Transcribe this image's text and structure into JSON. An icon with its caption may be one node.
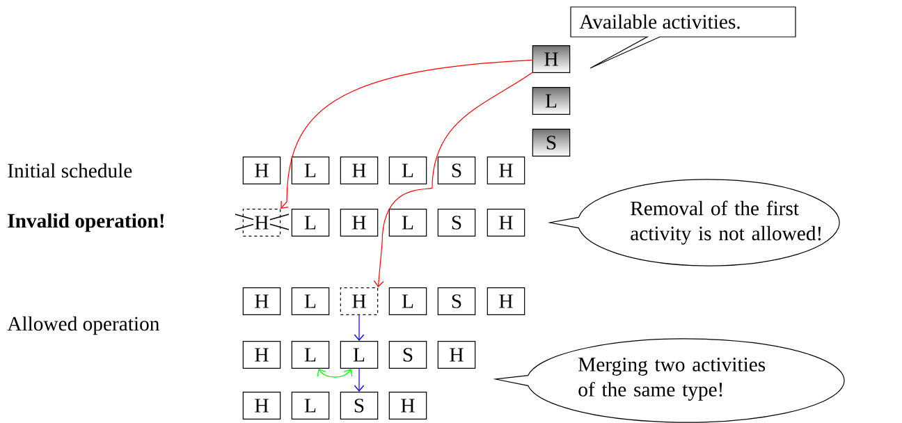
{
  "diagram": {
    "nodes": [
      {
        "text": [
          "Available activities."
        ]
      },
      {
        "text": [
          "H"
        ]
      },
      {
        "text": [
          "L"
        ]
      },
      {
        "text": [
          "S"
        ]
      },
      {
        "text": [
          "H"
        ]
      },
      {
        "text": [
          "L"
        ]
      },
      {
        "text": [
          "H"
        ]
      },
      {
        "text": [
          "L"
        ]
      },
      {
        "text": [
          "S"
        ]
      },
      {
        "text": [
          "H"
        ]
      },
      {
        "text": [
          "H"
        ]
      },
      {
        "text": [
          "L"
        ]
      },
      {
        "text": [
          "H"
        ]
      },
      {
        "text": [
          "L"
        ]
      },
      {
        "text": [
          "S"
        ]
      },
      {
        "text": [
          "H"
        ]
      },
      {
        "text": [
          "Removal of the first activity is not allowed!"
        ]
      },
      {
        "text": [
          "H"
        ]
      },
      {
        "text": [
          "L"
        ]
      },
      {
        "text": [
          "H"
        ]
      },
      {
        "text": [
          "L"
        ]
      },
      {
        "text": [
          "S"
        ]
      },
      {
        "text": [
          "H"
        ]
      },
      {
        "text": [
          "H"
        ]
      },
      {
        "text": [
          "L"
        ]
      },
      {
        "text": [
          "L"
        ]
      },
      {
        "text": [
          "S"
        ]
      },
      {
        "text": [
          "H"
        ]
      },
      {
        "text": [
          "Merging two activities of the same type!"
        ]
      },
      {
        "text": [
          "H"
        ]
      },
      {
        "text": [
          "L"
        ]
      },
      {
        "text": [
          "S"
        ]
      },
      {
        "text": [
          "H"
        ]
      }
    ],
    "edges": [
      {
        "from": 1,
        "to": 10,
        "arrow": "to",
        "color": "#ff0000"
      },
      {
        "from": 1,
        "to": 19,
        "arrow": "to",
        "color": "#ff0000"
      },
      {
        "from": 19,
        "to": 25,
        "arrow": "to",
        "color": "#0000ff"
      },
      {
        "from": 24,
        "to": 25,
        "arrow": "both",
        "color": "#00ff00"
      },
      {
        "from": 25,
        "to": 31,
        "arrow": "to",
        "color": "#0000ff"
      }
    ],
    "labels": [
      "Initial schedule",
      "Invalid operation!",
      "Allowed operation"
    ]
  }
}
